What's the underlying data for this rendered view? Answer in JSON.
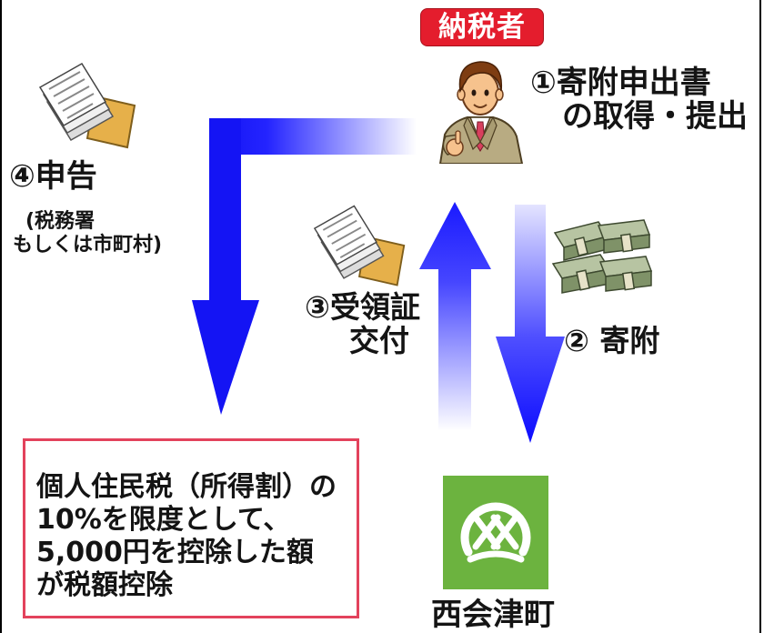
{
  "taxpayer": {
    "label": "納税者"
  },
  "steps": {
    "step1": {
      "lines": [
        "①寄附申出書",
        "の取得・提出"
      ]
    },
    "step2": {
      "label": "② 寄附"
    },
    "step3": {
      "lines": [
        "③受領証",
        "交付"
      ]
    },
    "step4": {
      "label": "④申告",
      "note_lines": [
        "(税務署",
        "もしくは市町村)"
      ]
    }
  },
  "deduction": {
    "lines": [
      "個人住民税（所得割）の",
      "10%を限度として、",
      "5,000円を控除した額",
      "が税額控除"
    ]
  },
  "town": {
    "name": "西会津町"
  },
  "illustrations": {
    "taxpayer": "businessman-icon",
    "application_papers": "documents-icon",
    "receipt_papers": "documents-icon",
    "donation": "money-stack-icon",
    "town_emblem": "town-logo-icon"
  },
  "colors": {
    "badge": "#e41d2d",
    "arrow": "#1a1aff",
    "box_border": "#e3425c",
    "logo": "#6cb33f"
  }
}
